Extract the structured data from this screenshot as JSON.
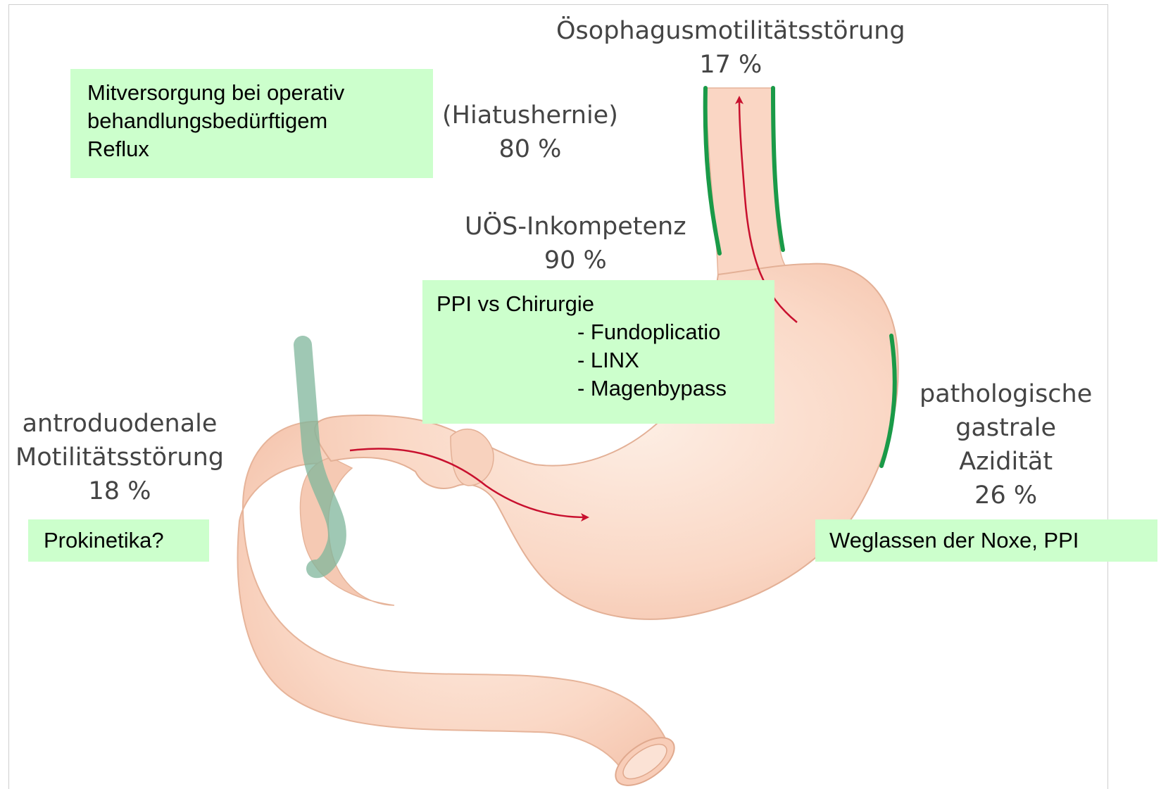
{
  "labels": {
    "esophageal": {
      "title": "Ösophagusmotilitätsstörung",
      "value": "17 %"
    },
    "hiatus": {
      "title": "(Hiatushernie)",
      "value": "80 %"
    },
    "ues": {
      "title": "UÖS-Inkompetenz",
      "value": "90 %"
    },
    "antroduodenal": {
      "line1": "antroduodenale",
      "line2": "Motilitätsstörung",
      "value": "18 %"
    },
    "acidity": {
      "line1": "pathologische",
      "line2": "gastrale",
      "line3": "Azidität",
      "value": "26 %"
    }
  },
  "boxes": {
    "surgery_cosupply": {
      "line1": "Mitversorgung bei operativ",
      "line2": "behandlungsbedürftigem",
      "line3": "Reflux"
    },
    "ppi_vs_surgery": {
      "title": "PPI vs Chirurgie",
      "items": [
        "- Fundoplicatio",
        "- LINX",
        "- Magenbypass"
      ]
    },
    "prokinetics": {
      "text": "Prokinetika?"
    },
    "noxa": {
      "text": "Weglassen der Noxe, PPI"
    }
  },
  "colors": {
    "organ_fill": "#fad6c4",
    "organ_stroke": "#e3b096",
    "marker_green": "#1a9a48",
    "arrow_red": "#c8102e",
    "box_green": "#ccffcc",
    "tube": "#7fb59b"
  }
}
